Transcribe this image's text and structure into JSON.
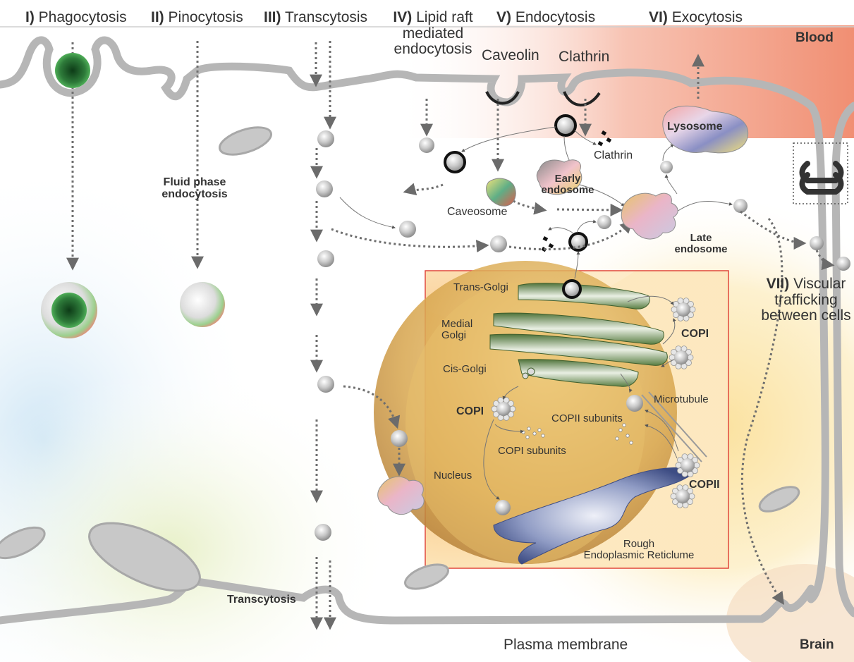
{
  "title": "Cellular transport pathways: endocytosis, exocytosis and transcytosis",
  "headers": {
    "phagocytosis": {
      "num": "I)",
      "text": "Phagocytosis"
    },
    "pinocytosis": {
      "num": "II)",
      "text": "Pinocytosis"
    },
    "transcytosis": {
      "num": "III)",
      "text": "Transcytosis"
    },
    "lipid_raft": {
      "num": "IV)",
      "text": "Lipid raft",
      "line2": "mediated",
      "line3": "endocytosis"
    },
    "endocytosis": {
      "num": "V)",
      "text": "Endocytosis"
    },
    "exocytosis": {
      "num": "VI)",
      "text": "Exocytosis"
    },
    "vesicular": {
      "num": "VII)",
      "text": "Viscular",
      "line2": "trafficking",
      "line3": "between cells"
    }
  },
  "regions": {
    "blood": "Blood",
    "brain": "Brain",
    "plasma_membrane": "Plasma membrane"
  },
  "labels": {
    "caveolin": "Caveolin",
    "clathrin_top": "Clathrin",
    "clathrin_fragments": "Clathrin",
    "fluid_phase_1": "Fluid phase",
    "fluid_phase_2": "endocytosis",
    "caveosome": "Caveosome",
    "early_endosome_1": "Early",
    "early_endosome_2": "endosome",
    "late_endosome_1": "Late",
    "late_endosome_2": "endosome",
    "lysosome": "Lysosome",
    "trans_golgi": "Trans-Golgi",
    "medial_golgi_1": "Medial",
    "medial_golgi_2": "Golgi",
    "cis_golgi": "Cis-Golgi",
    "copi_right": "COPI",
    "copi_left": "COPI",
    "copii_subunits": "COPII subunits",
    "copi_subunits": "COPI subunits",
    "microtubule": "Microtubule",
    "nucleus": "Nucleus",
    "copii": "COPII",
    "rough_er_1": "Rough",
    "rough_er_2": "Endoplasmic Reticlume",
    "transcytosis_bottom": "Transcytosis"
  },
  "colors": {
    "membrane": "#b5b5b5",
    "arrow": "#6e6e6e",
    "golgi": "#5d7e45",
    "er": "#4f5e92",
    "box": "#e0463a",
    "blood": "#f08a6c",
    "nucleus": "#d9a23c"
  }
}
